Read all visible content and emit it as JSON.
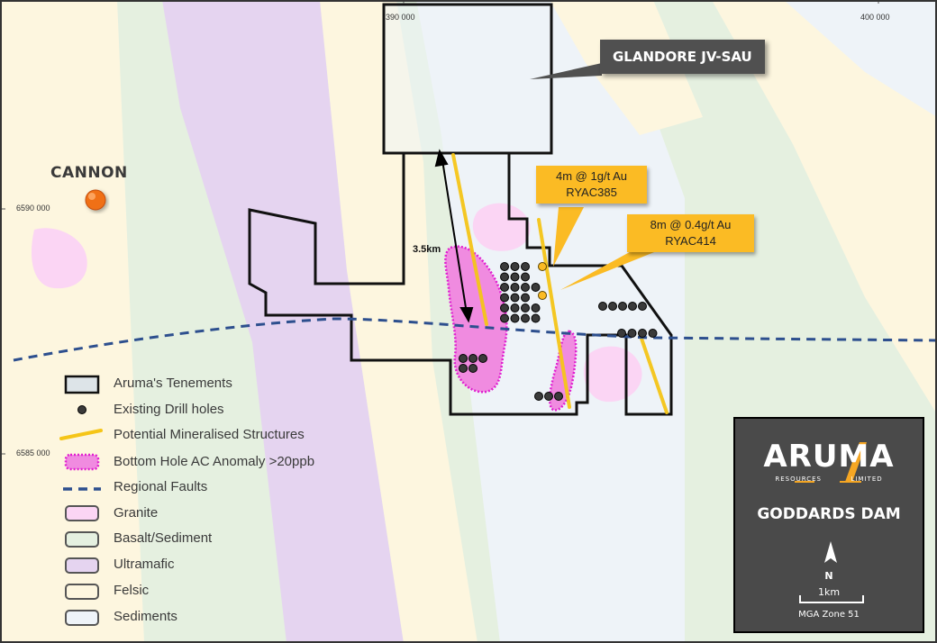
{
  "map": {
    "coordinates": {
      "easting_1": "390 000",
      "easting_2": "400 000",
      "northing_1": "6590 000",
      "northing_2": "6585 000"
    },
    "places": {
      "cannon": "CANNON",
      "glandore": "GLANDORE JV-SAU"
    },
    "callouts": [
      {
        "line1": "4m @ 1g/t Au",
        "line2": "RYAC385"
      },
      {
        "line1": "8m @ 0.4g/t Au",
        "line2": "RYAC414"
      }
    ],
    "distance_label": "3.5km"
  },
  "legend": {
    "items": [
      {
        "label": "Aruma's Tenements",
        "icon": "tenement-outline-icon"
      },
      {
        "label": "Existing Drill holes",
        "icon": "drill-hole-icon"
      },
      {
        "label": "Potential Mineralised Structures",
        "icon": "mineralised-structure-line-icon"
      },
      {
        "label": "Bottom Hole AC Anomaly >20ppb",
        "icon": "anomaly-icon"
      },
      {
        "label": "Regional Faults",
        "icon": "fault-dashed-line-icon"
      },
      {
        "label": "Granite",
        "icon": "granite-swatch-icon"
      },
      {
        "label": "Basalt/Sediment",
        "icon": "basalt-swatch-icon"
      },
      {
        "label": "Ultramafic",
        "icon": "ultramafic-swatch-icon"
      },
      {
        "label": "Felsic",
        "icon": "felsic-swatch-icon"
      },
      {
        "label": "Sediments",
        "icon": "sediments-swatch-icon"
      }
    ]
  },
  "logo_panel": {
    "brand": "ARUMA",
    "sub_left": "RESOURCES",
    "sub_right": "LIMITED",
    "project": "GODDARDS DAM",
    "north": "N",
    "scale": "1km",
    "projection": "MGA Zone 51"
  },
  "colors": {
    "granite": "#fbd5f4",
    "basalt": "#e5f0e0",
    "ultramafic": "#e5d4f0",
    "felsic": "#fdf6df",
    "sediments": "#eef3f8",
    "anomaly": "#f08be0",
    "anomaly_border": "#e020d0",
    "structure": "#f5c518",
    "fault": "#2d4f8e",
    "callout": "#fbbb24",
    "panel": "#4a4a4a"
  }
}
